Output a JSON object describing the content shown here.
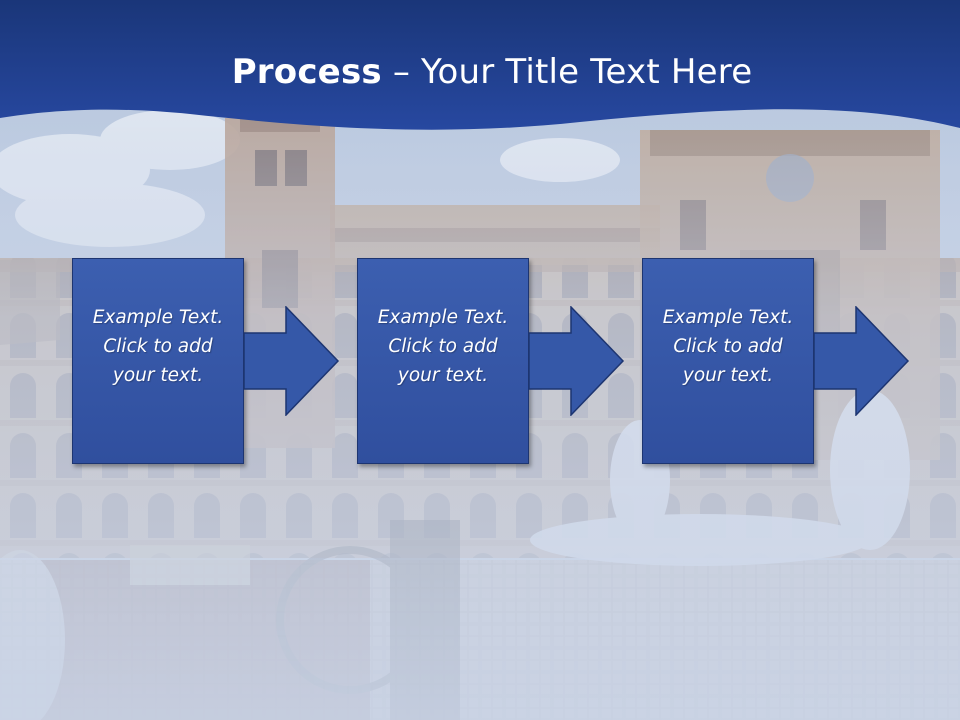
{
  "title": {
    "bold": "Process",
    "rest": " – Your Title Text Here"
  },
  "steps": [
    {
      "text": "Example Text.\nClick  to add\nyour text."
    },
    {
      "text": "Example Text.\nClick  to add\nyour text."
    },
    {
      "text": "Example Text.\nClick  to add\nyour text."
    }
  ],
  "colors": {
    "header_blue": "#1f3f8c",
    "box_blue": "#3558a8",
    "box_border": "#1d3571"
  }
}
